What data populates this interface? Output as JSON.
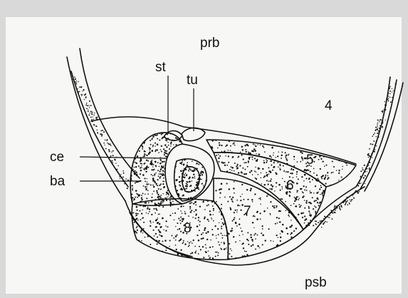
{
  "labels": {
    "prb": "prb",
    "st": "st",
    "tu": "tu",
    "num4": "4",
    "ce": "ce",
    "ba": "ba",
    "num5": "5",
    "num6": "6",
    "num7": "7",
    "num8": "8",
    "psb": "psb"
  },
  "colors": {
    "ink": "#111111",
    "paper": "#f7f7f5",
    "background": "#d9d9d9"
  }
}
